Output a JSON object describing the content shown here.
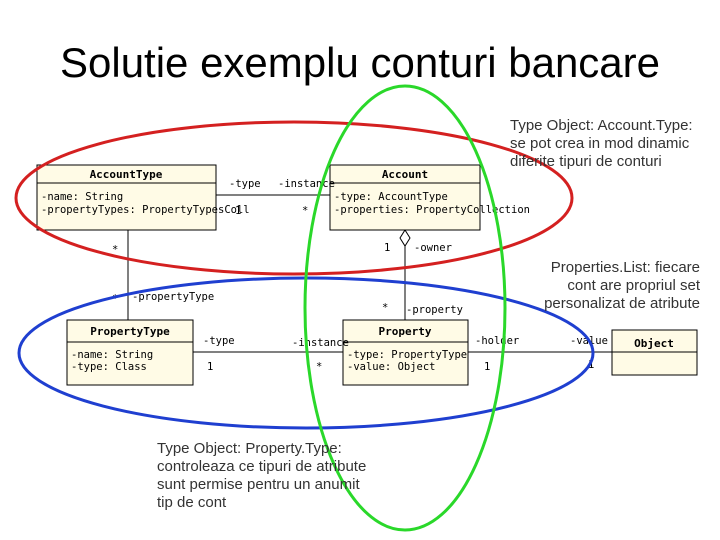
{
  "title": "Solutie exemplu conturi bancare",
  "classes": {
    "account_type": {
      "name": "AccountType",
      "attributes": [
        "-name: String",
        "-propertyTypes: PropertyTypesColl"
      ]
    },
    "account": {
      "name": "Account",
      "attributes": [
        "-type: AccountType",
        "-properties: PropertyCollection"
      ]
    },
    "property_type": {
      "name": "PropertyType",
      "attributes": [
        "-name: String",
        "-type: Class"
      ]
    },
    "property": {
      "name": "Property",
      "attributes": [
        "-type: PropertyType",
        "-value: Object"
      ]
    },
    "object": {
      "name": "Object"
    }
  },
  "associations": {
    "at_acc": {
      "role_left": "-type",
      "role_right": "-instance",
      "mult_left": "1",
      "mult_right": "*"
    },
    "acc_prop": {
      "role_owner": "-owner",
      "role_property": "-property",
      "mult_owner": "1",
      "mult_property": "*"
    },
    "at_pt": {
      "role": "-propertyType",
      "mult_top": "*",
      "mult_bottom": "*"
    },
    "pt_prop": {
      "role_left": "-type",
      "role_right": "-instance",
      "mult_left": "1",
      "mult_right": "*"
    },
    "prop_obj": {
      "role_left": "-holder",
      "role_right": "-value",
      "mult_left": "1",
      "mult_right": "1"
    }
  },
  "notes": {
    "account_type_note": "Type Object: Account.Type: se pot crea in mod dinamic diferite tipuri de conturi",
    "properties_list_note": "Properties.List: fiecare cont are propriul set personalizat de atribute",
    "property_type_note": "Type Object: Property.Type: controleaza ce tipuri de atribute sunt permise pentru un anumit tip de cont"
  },
  "colors": {
    "red_ellipse": "#d42020",
    "green_ellipse": "#2ad82a",
    "blue_ellipse": "#1f3fd0",
    "class_fill": "#fffbe6"
  }
}
